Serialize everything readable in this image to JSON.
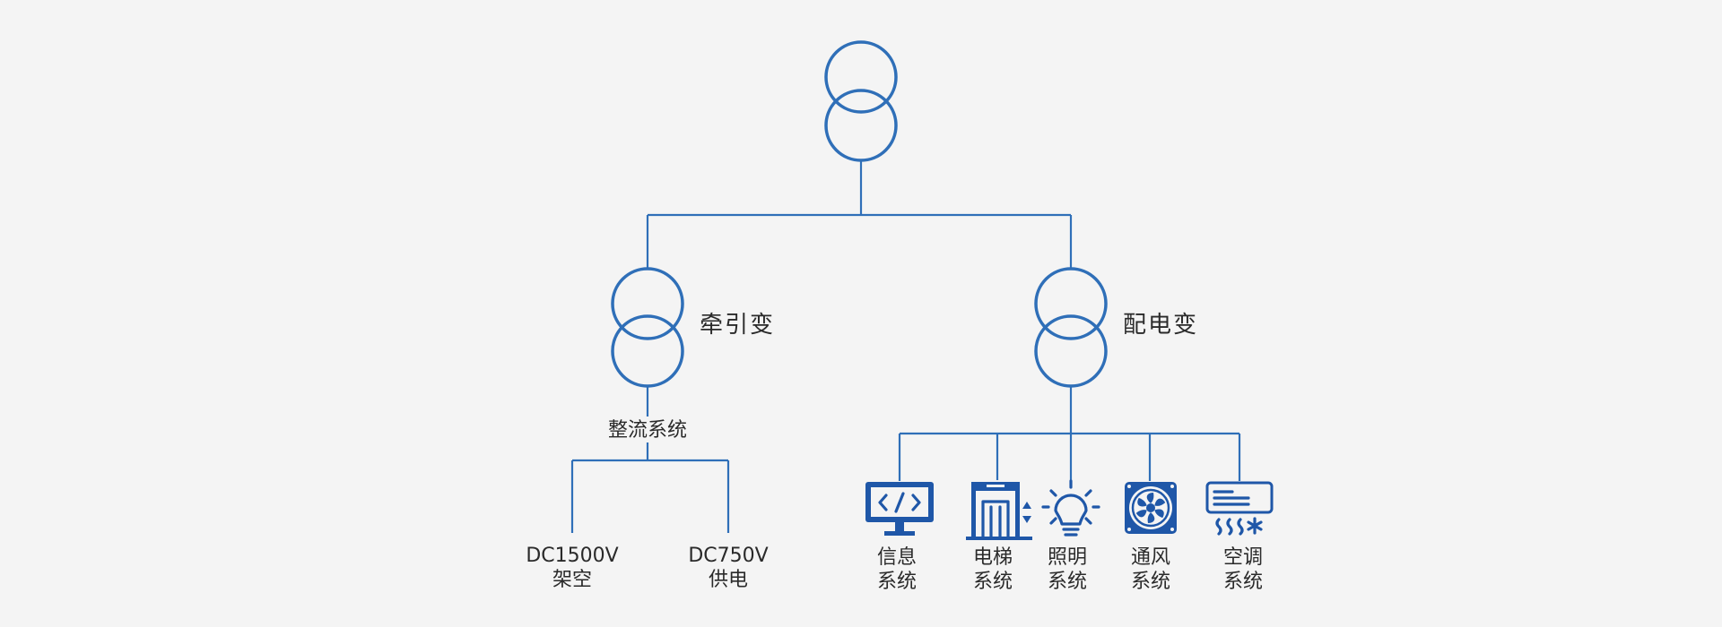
{
  "colors": {
    "line": "#2f6fb8",
    "icon": "#1f57a8",
    "text": "#2a2a2a",
    "background": "#f4f4f4"
  },
  "transformers": {
    "main": {
      "label": ""
    },
    "traction": {
      "label": "牵引变"
    },
    "distribution": {
      "label": "配电变"
    }
  },
  "rectifier": {
    "label": "整流系统"
  },
  "outputs": [
    {
      "line1": "DC1500V",
      "line2": "架空"
    },
    {
      "line1": "DC750V",
      "line2": "供电"
    }
  ],
  "systems": [
    {
      "icon": "monitor-code-icon",
      "line1": "信息",
      "line2": "系统"
    },
    {
      "icon": "elevator-icon",
      "line1": "电梯",
      "line2": "系统"
    },
    {
      "icon": "lightbulb-icon",
      "line1": "照明",
      "line2": "系统"
    },
    {
      "icon": "fan-icon",
      "line1": "通风",
      "line2": "系统"
    },
    {
      "icon": "air-conditioner-icon",
      "line1": "空调",
      "line2": "系统"
    }
  ]
}
